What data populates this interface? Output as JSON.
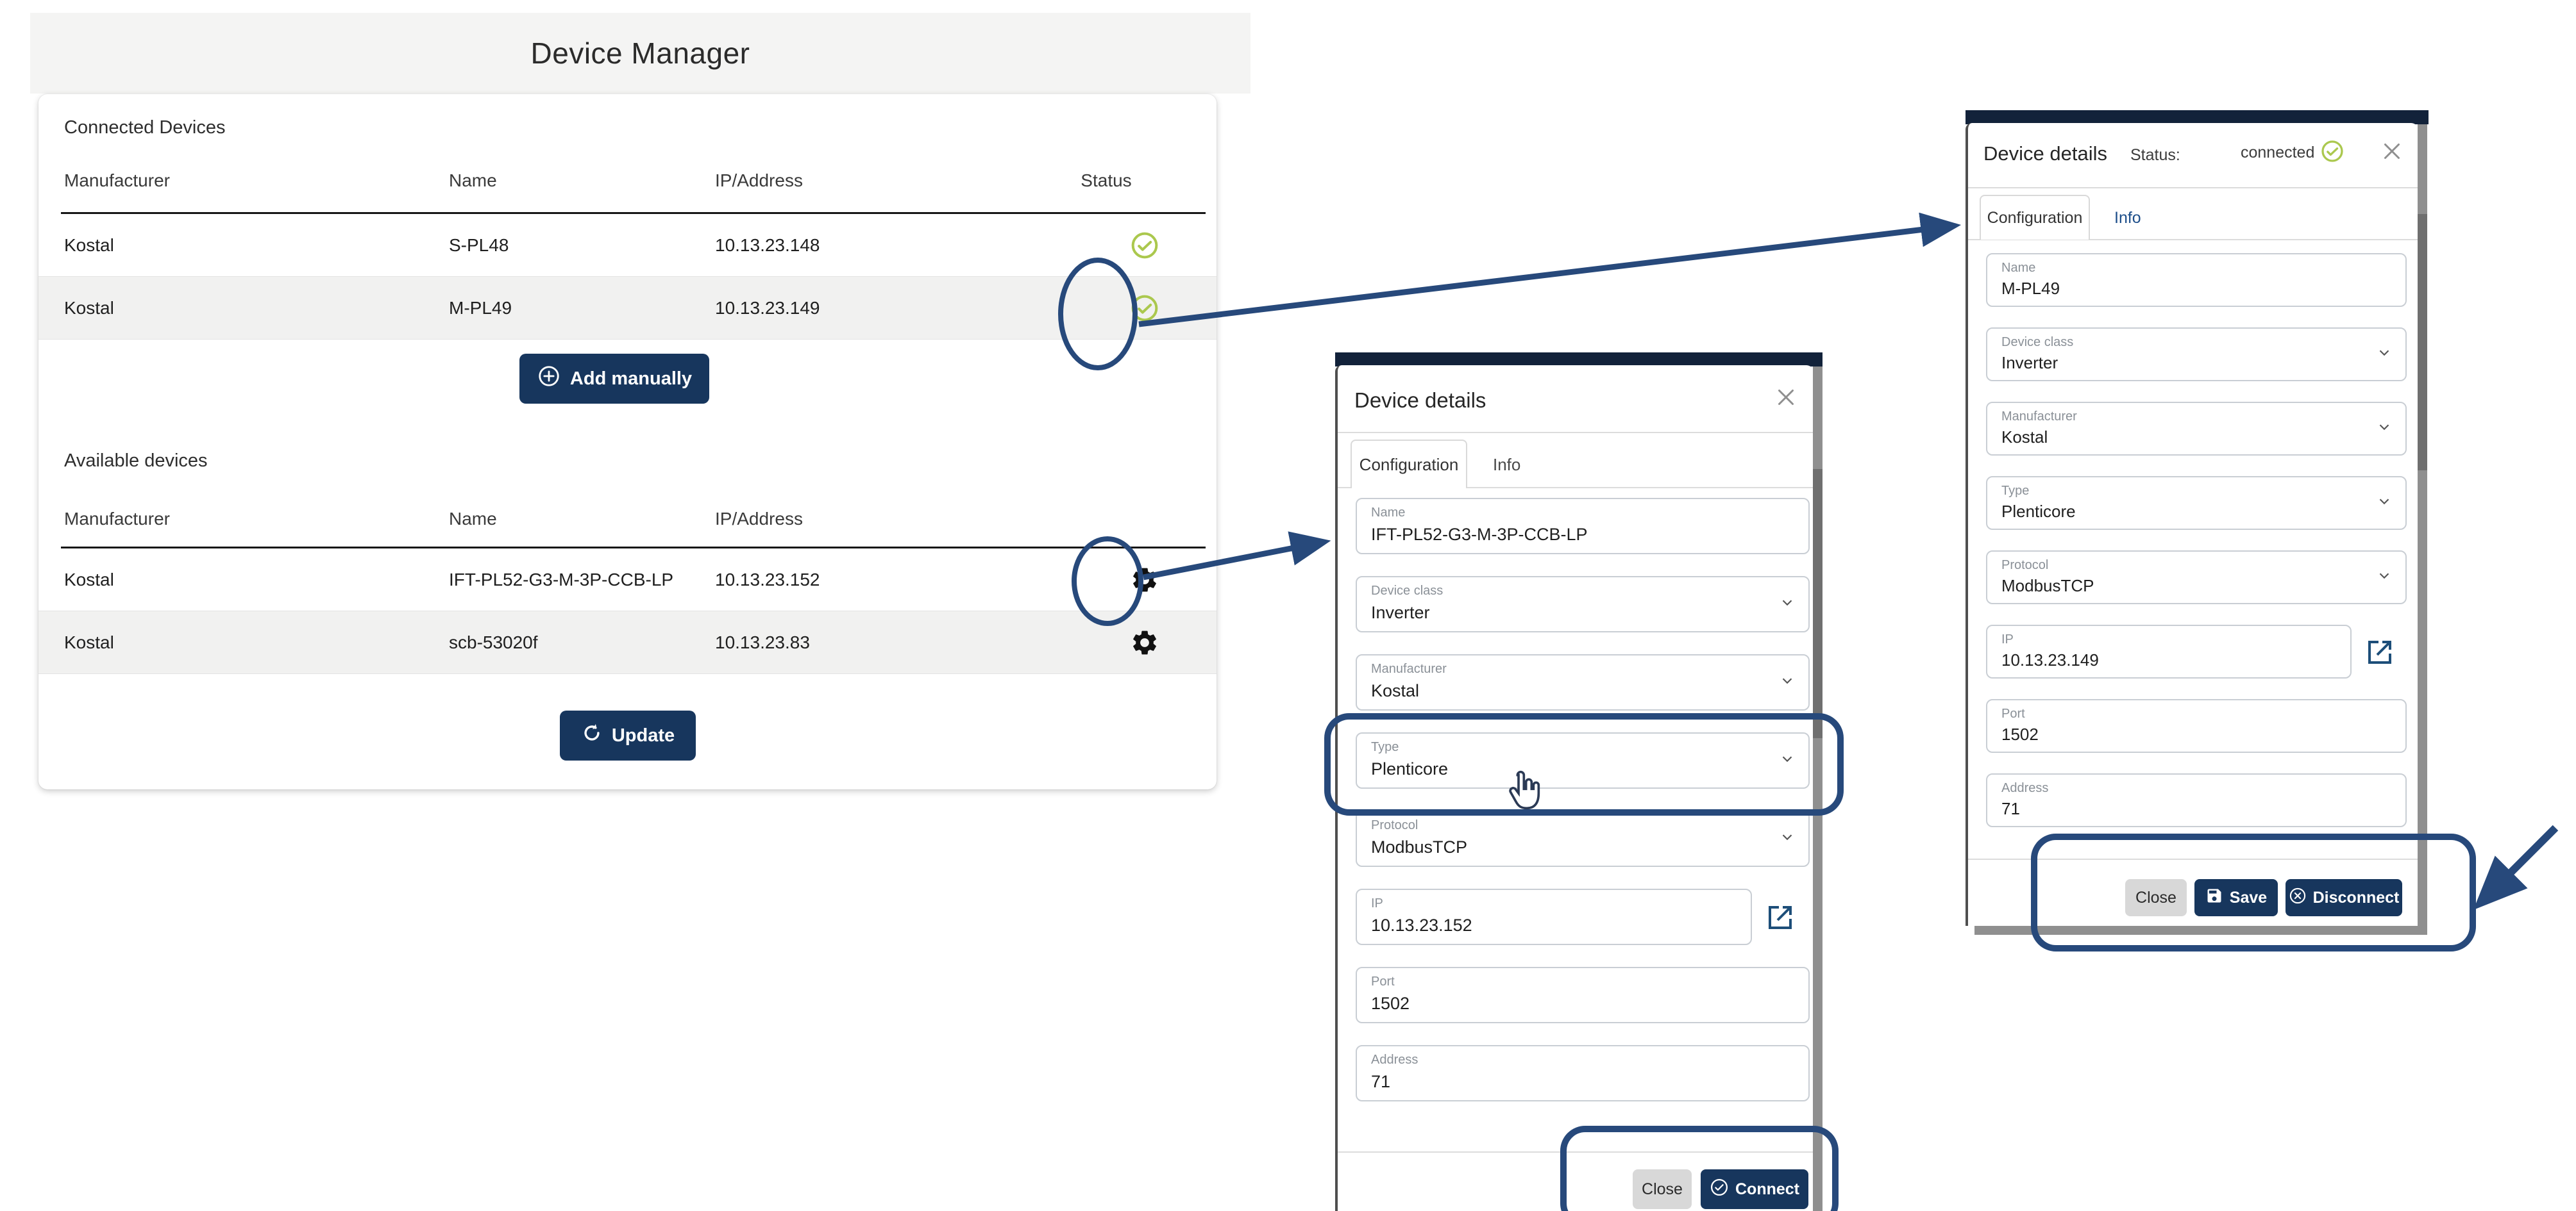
{
  "colors": {
    "accent_navy": "#17365d",
    "dialog_top_bar": "#12223a",
    "annotation_blue": "#27497b",
    "status_green": "#abc84e",
    "info_tab_blue": "#1d4e8a",
    "row_stripe": "#f1f1f0",
    "shadow_gray": "#8f8f8f"
  },
  "page": {
    "title": "Device Manager"
  },
  "connected": {
    "heading": "Connected Devices",
    "columns": [
      "Manufacturer",
      "Name",
      "IP/Address",
      "Status"
    ],
    "rows": [
      {
        "manufacturer": "Kostal",
        "name": "S-PL48",
        "ip": "10.13.23.148",
        "status": "connected"
      },
      {
        "manufacturer": "Kostal",
        "name": "M-PL49",
        "ip": "10.13.23.149",
        "status": "connected"
      }
    ],
    "add_button": {
      "label": "Add manually",
      "icon": "plus-circle-icon"
    }
  },
  "available": {
    "heading": "Available devices",
    "columns": [
      "Manufacturer",
      "Name",
      "IP/Address"
    ],
    "rows": [
      {
        "manufacturer": "Kostal",
        "name": "IFT-PL52-G3-M-3P-CCB-LP",
        "ip": "10.13.23.152",
        "action": "settings"
      },
      {
        "manufacturer": "Kostal",
        "name": "scb-53020f",
        "ip": "10.13.23.83",
        "action": "settings"
      }
    ],
    "update_button": {
      "label": "Update",
      "icon": "refresh-icon"
    }
  },
  "device_dialog_new": {
    "title": "Device details",
    "tabs": [
      {
        "label": "Configuration"
      },
      {
        "label": "Info"
      }
    ],
    "fields": [
      {
        "label": "Name",
        "value": "IFT-PL52-G3-M-3P-CCB-LP",
        "type": "text"
      },
      {
        "label": "Device class",
        "value": "Inverter",
        "type": "select"
      },
      {
        "label": "Manufacturer",
        "value": "Kostal",
        "type": "select"
      },
      {
        "label": "Type",
        "value": "Plenticore",
        "type": "select"
      },
      {
        "label": "Protocol",
        "value": "ModbusTCP",
        "type": "select"
      },
      {
        "label": "IP",
        "value": "10.13.23.152",
        "type": "text",
        "external_link": true
      },
      {
        "label": "Port",
        "value": "1502",
        "type": "text"
      },
      {
        "label": "Address",
        "value": "71",
        "type": "text"
      }
    ],
    "footer": {
      "close_label": "Close",
      "connect_label": "Connect"
    }
  },
  "device_dialog_connected": {
    "title": "Device details",
    "status_label": "Status:",
    "status_value": "connected",
    "tabs": [
      {
        "label": "Configuration"
      },
      {
        "label": "Info"
      }
    ],
    "fields": [
      {
        "label": "Name",
        "value": "M-PL49",
        "type": "text"
      },
      {
        "label": "Device class",
        "value": "Inverter",
        "type": "select"
      },
      {
        "label": "Manufacturer",
        "value": "Kostal",
        "type": "select"
      },
      {
        "label": "Type",
        "value": "Plenticore",
        "type": "select"
      },
      {
        "label": "Protocol",
        "value": "ModbusTCP",
        "type": "select"
      },
      {
        "label": "IP",
        "value": "10.13.23.149",
        "type": "text",
        "external_link": true
      },
      {
        "label": "Port",
        "value": "1502",
        "type": "text"
      },
      {
        "label": "Address",
        "value": "71",
        "type": "text"
      }
    ],
    "footer": {
      "close_label": "Close",
      "save_label": "Save",
      "disconnect_label": "Disconnect"
    }
  }
}
